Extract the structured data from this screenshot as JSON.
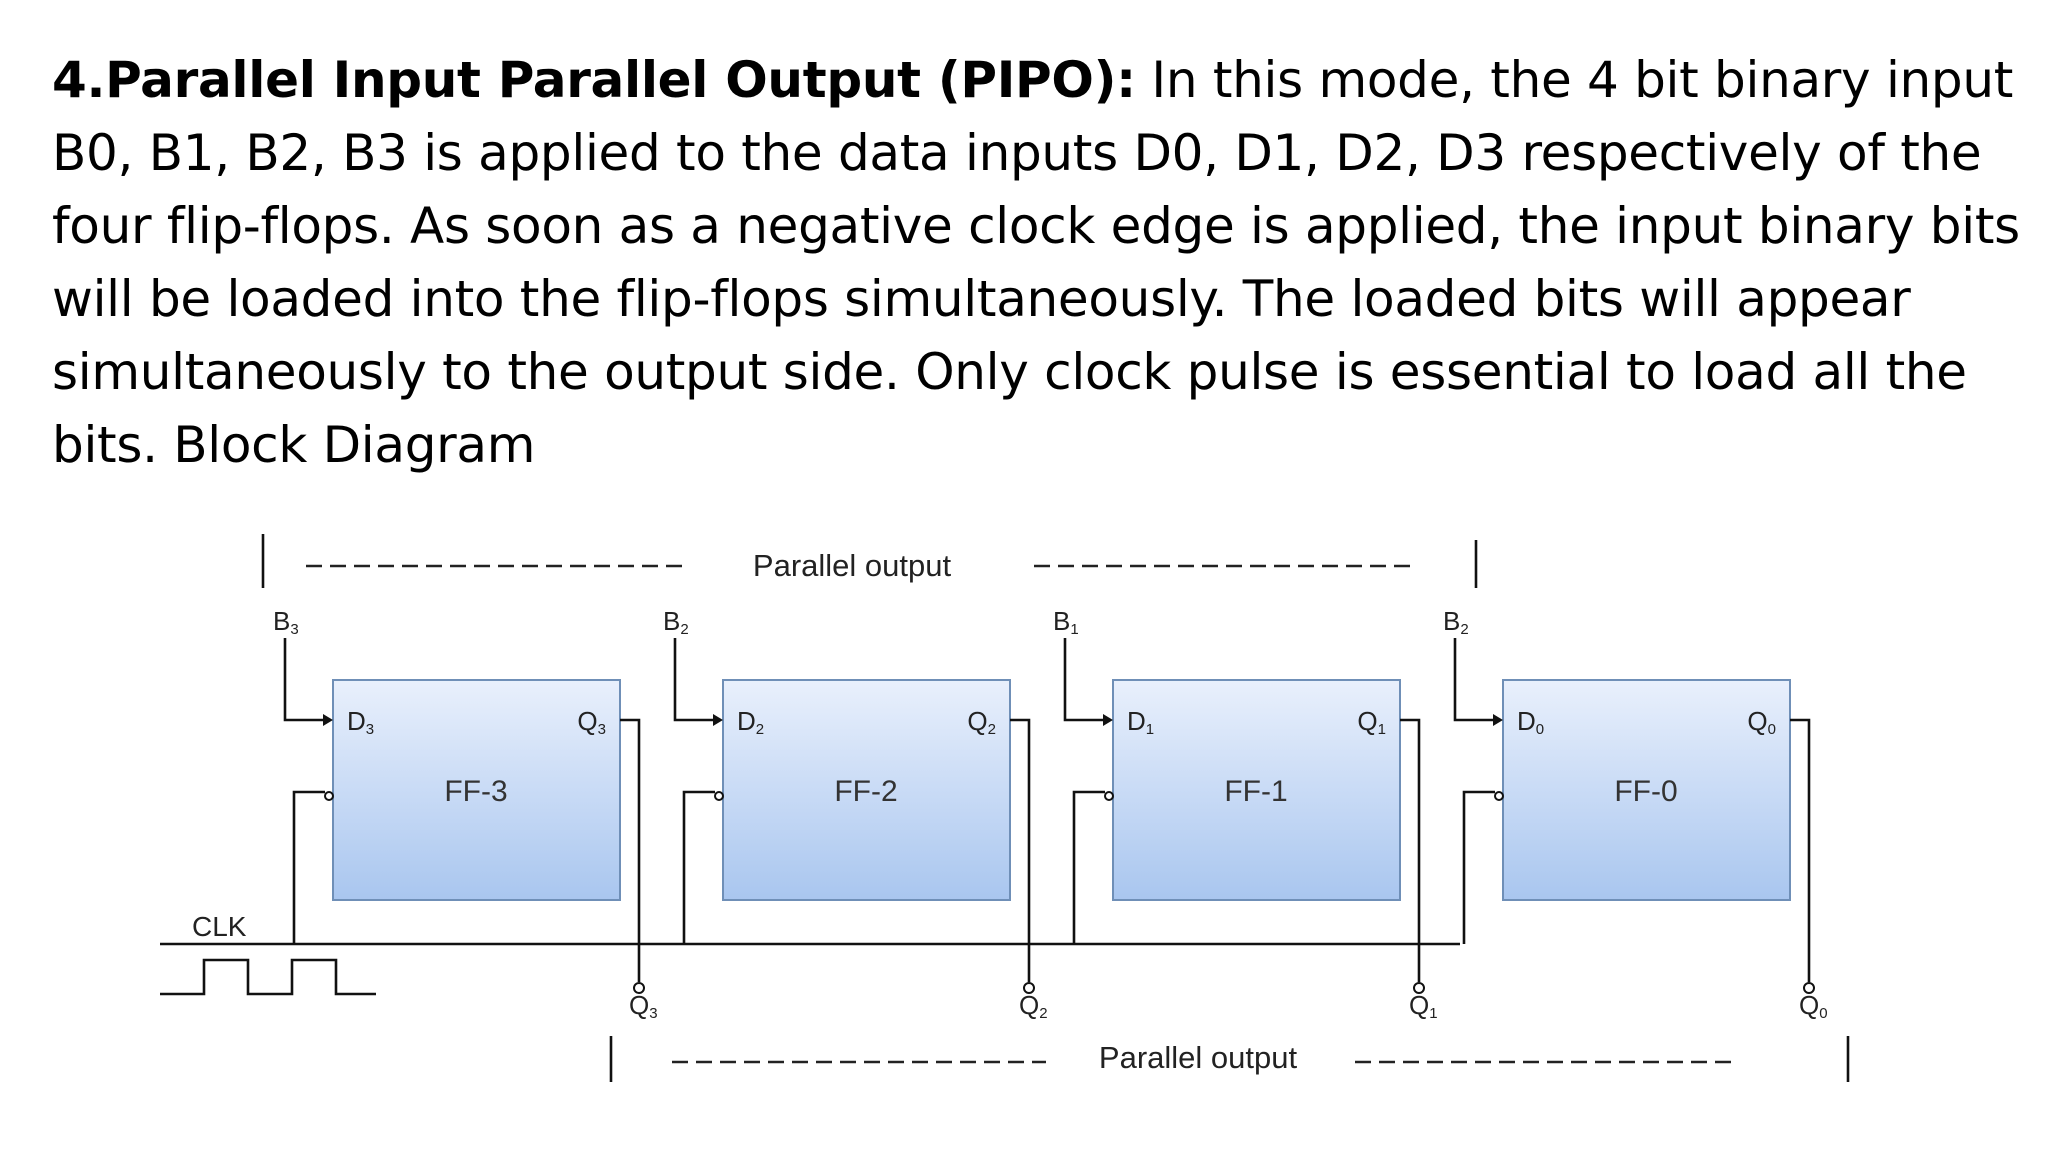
{
  "heading": {
    "bold": "4.Parallel Input Parallel Output (PIPO):",
    "body": " In this mode, the 4 bit binary input B0, B1, B2, B3 is applied to the data inputs D0, D1, D2, D3 respectively of the four flip-flops. As soon as a negative clock edge is applied, the input binary bits will be loaded into the flip-flops simultaneously. The loaded bits will appear simultaneously to the output side. Only clock pulse is essential to load all the bits. Block Diagram"
  },
  "diagram": {
    "top_label": "Parallel output",
    "bottom_label": "Parallel output",
    "clock_label": "CLK",
    "flip_flops": [
      {
        "name": "FF-3",
        "d": "D",
        "d_sub": "3",
        "q": "Q",
        "q_sub": "3",
        "b": "B",
        "b_sub": "3",
        "qo": "Q",
        "qo_sub": "3"
      },
      {
        "name": "FF-2",
        "d": "D",
        "d_sub": "2",
        "q": "Q",
        "q_sub": "2",
        "b": "B",
        "b_sub": "2",
        "qo": "Q",
        "qo_sub": "2"
      },
      {
        "name": "FF-1",
        "d": "D",
        "d_sub": "1",
        "q": "Q",
        "q_sub": "1",
        "b": "B",
        "b_sub": "1",
        "qo": "Q",
        "qo_sub": "1"
      },
      {
        "name": "FF-0",
        "d": "D",
        "d_sub": "0",
        "q": "Q",
        "q_sub": "0",
        "b": "B",
        "b_sub": "2",
        "qo": "Q",
        "qo_sub": "0"
      }
    ],
    "colors": {
      "box_top": "#e9f0fc",
      "box_bottom": "#a9c6ef",
      "box_border": "#6f8fb7"
    }
  }
}
